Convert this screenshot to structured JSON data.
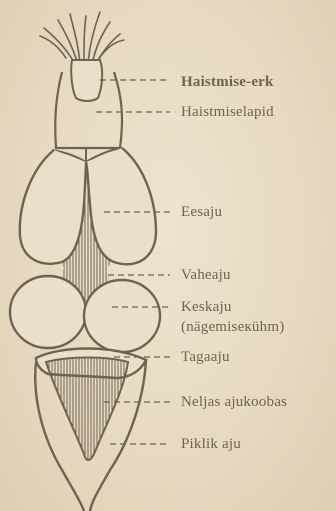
{
  "labels": {
    "haistmise_erk": "Haistmise-erk",
    "haistmiselapid": "Haistmiselapid",
    "eesaju": "Eesaju",
    "vaheaju": "Vaheaju",
    "keskaju": "Keskaju",
    "keskaju_sub": "(nägemiseкühm)",
    "tagaaju": "Tagaaju",
    "neljas_ajukoobas": "Neljas ajukoobas",
    "piklik_aju": "Piklik aju"
  },
  "colors": {
    "ink": "#6e6252",
    "paper": "#e8dcc3"
  }
}
